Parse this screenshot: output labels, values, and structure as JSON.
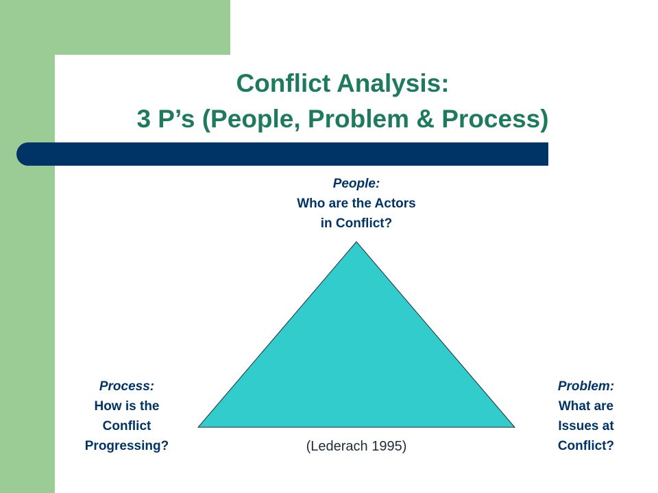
{
  "slide": {
    "title_line1": "Conflict Analysis:",
    "title_line2": "3 P’s (People, Problem & Process)",
    "citation": "(Lederach 1995)"
  },
  "diagram": {
    "shape": "triangle",
    "fill_color": "#33cccc",
    "top": {
      "heading": "People:",
      "line1": "Who are the Actors",
      "line2": "in Conflict?"
    },
    "left": {
      "heading": "Process:",
      "line1": "How is the",
      "line2": "Conflict",
      "line3": "Progressing?"
    },
    "right": {
      "heading": "Problem:",
      "line1": "What are",
      "line2": "Issues at",
      "line3": "Conflict?"
    }
  },
  "colors": {
    "title": "#1e7a5c",
    "labels": "#003366",
    "accent_bar": "#003366",
    "side_bar": "#9ccc96"
  }
}
